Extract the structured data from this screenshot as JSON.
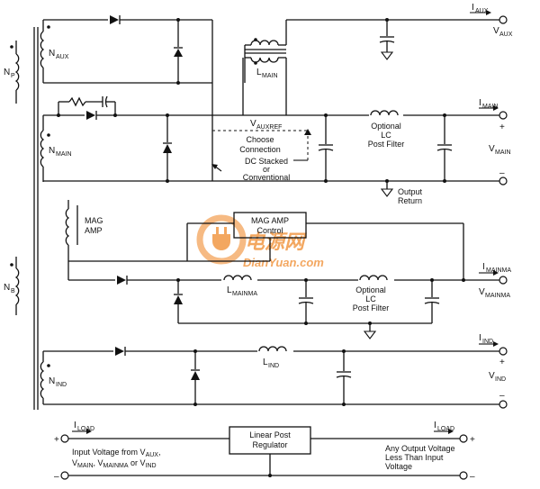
{
  "labels": {
    "n_aux": "N",
    "n_aux_sub": "AUX",
    "n_p": "N",
    "n_p_sub": "P",
    "n_main": "N",
    "n_main_sub": "MAIN",
    "n_b": "N",
    "n_b_sub": "B",
    "n_ind": "N",
    "n_ind_sub": "IND",
    "l_main": "L",
    "l_main_sub": "MAIN",
    "v_auxref": "V",
    "v_auxref_sub": "AUXREF",
    "choose": "Choose",
    "connection": "Connection",
    "dc_stacked": "DC Stacked",
    "or": "or",
    "conventional": "Conventional",
    "optional1": "Optional",
    "lc1": "LC",
    "post_filter1": "Post Filter",
    "output": "Output",
    "return": "Return",
    "mag": "MAG",
    "amp": "AMP",
    "mag_amp": "MAG AMP",
    "control": "Control",
    "l_mainma": "L",
    "l_mainma_sub": "MAINMA",
    "optional2": "Optional",
    "lc2": "LC",
    "post_filter2": "Post Filter",
    "l_ind": "L",
    "l_ind_sub": "IND",
    "i_aux": "I",
    "i_aux_sub": "AUX",
    "v_aux": "V",
    "v_aux_sub": "AUX",
    "i_main": "I",
    "i_main_sub": "MAIN",
    "v_main": "V",
    "v_main_sub": "MAIN",
    "i_mainma": "I",
    "i_mainma_sub": "MAINMA",
    "v_mainma": "V",
    "v_mainma_sub": "MAINMA",
    "i_ind": "I",
    "i_ind_sub": "IND",
    "v_ind": "V",
    "v_ind_sub": "IND",
    "plus": "+",
    "minus": "–",
    "i_load_left": "I",
    "i_load_left_sub": "LOAD",
    "i_load_right": "I",
    "i_load_right_sub": "LOAD",
    "linear_post": "Linear Post",
    "regulator": "Regulator",
    "input_line1": "Input Voltage from V",
    "input_line1_sub": "AUX",
    "input_line2_a": "V",
    "input_line2_a_sub": "MAIN",
    "input_line2_b": ", V",
    "input_line2_b_sub": "MAINMA",
    "input_line2_c": " or V",
    "input_line2_c_sub": "IND",
    "any_output1": "Any Output Voltage",
    "any_output2": "Less Than Input",
    "any_output3": "Voltage"
  },
  "watermark": {
    "cn_text": "电源网",
    "site_text": "DianYuan.com",
    "color": "#f08a2c"
  }
}
